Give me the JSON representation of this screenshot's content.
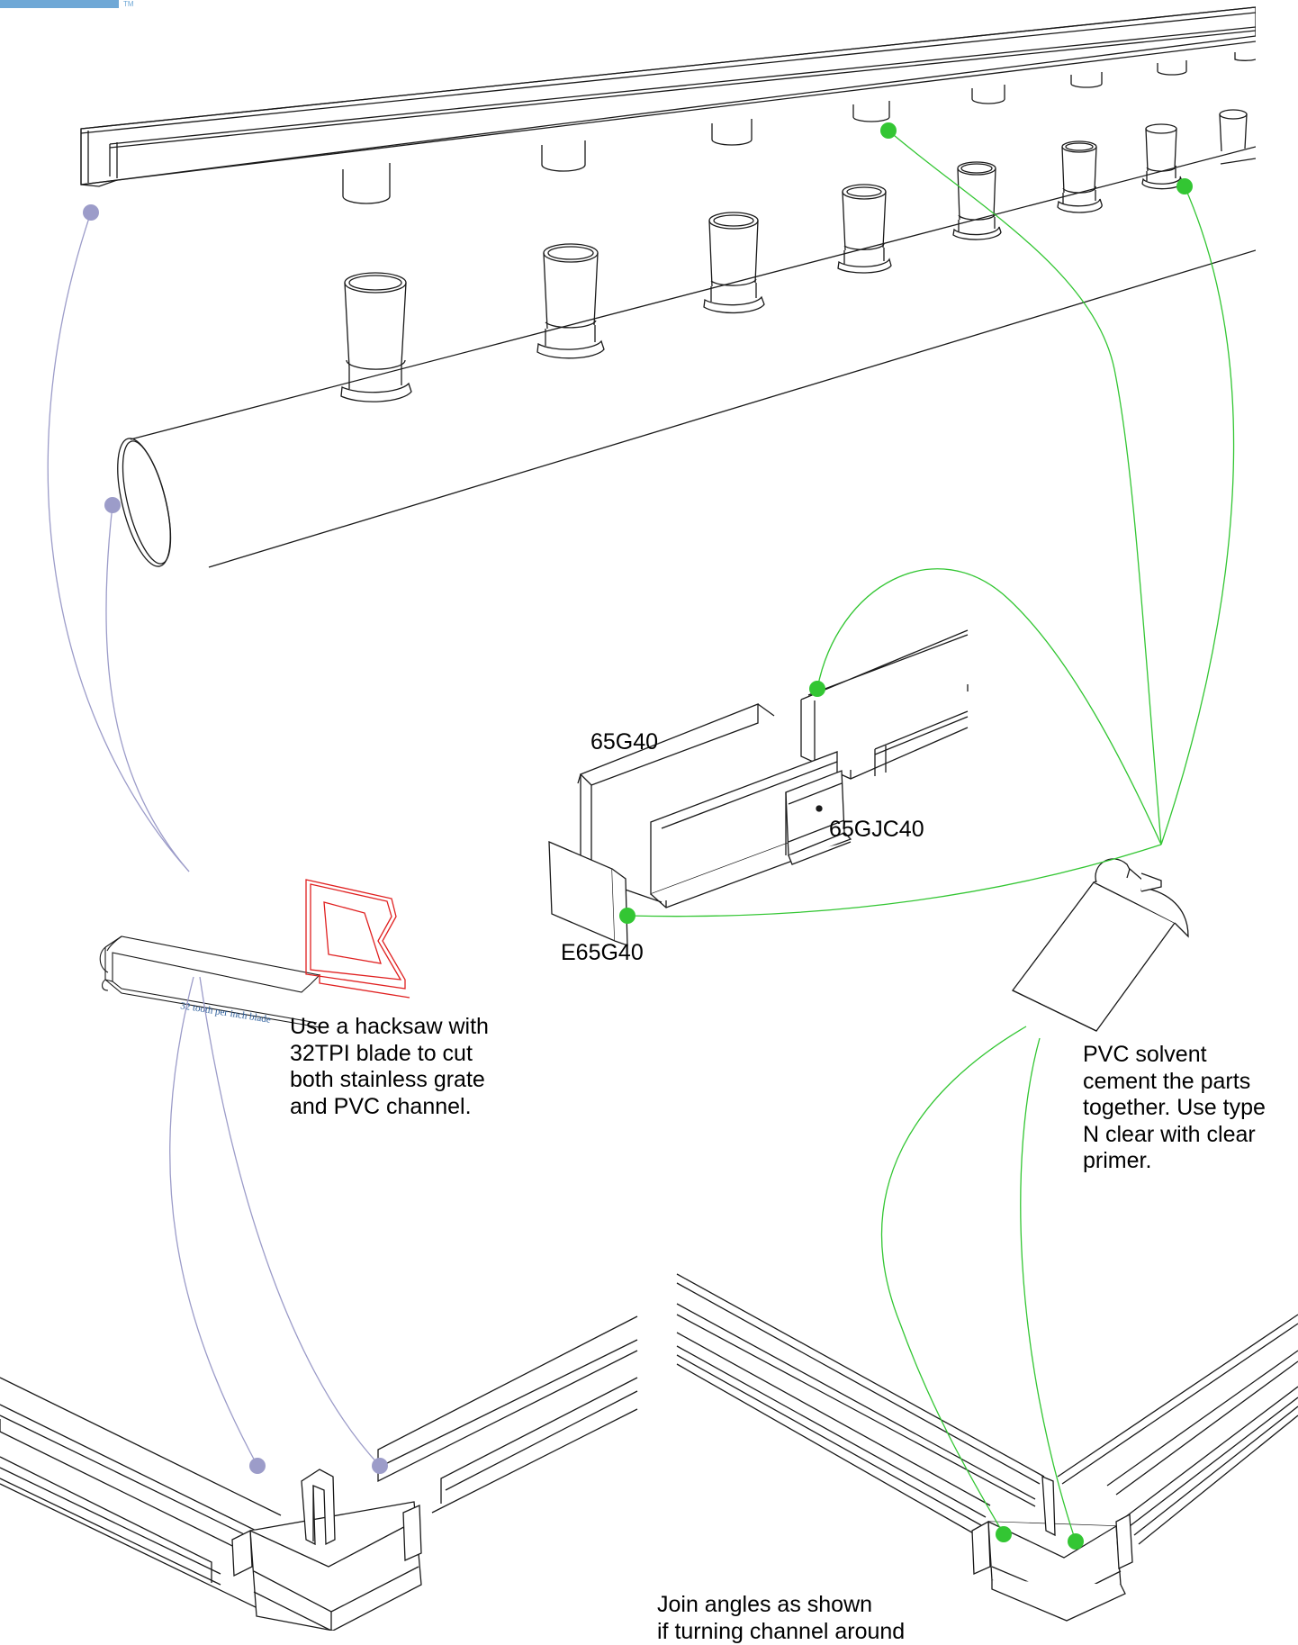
{
  "brand": {
    "trademark": "TM",
    "bar_color": "#6fa8d6"
  },
  "parts": {
    "grate": "65G40",
    "joiner": "65GJC40",
    "end_cap": "E65G40"
  },
  "hacksaw": {
    "blade_text": "32 tooth per inch blade",
    "note": "Use a hacksaw with\n32TPI blade to cut\nboth stainless grate\nand PVC channel."
  },
  "cement": {
    "note": "PVC solvent\ncement the parts\ntogether. Use type\nN clear with clear\nprimer."
  },
  "angles": {
    "note": "Join angles as shown\nif turning channel around"
  },
  "colors": {
    "purple_callout": "#9c9cc9",
    "green_callout": "#33c633",
    "line": "#1a1a1a",
    "saw_red": "#e02020"
  }
}
